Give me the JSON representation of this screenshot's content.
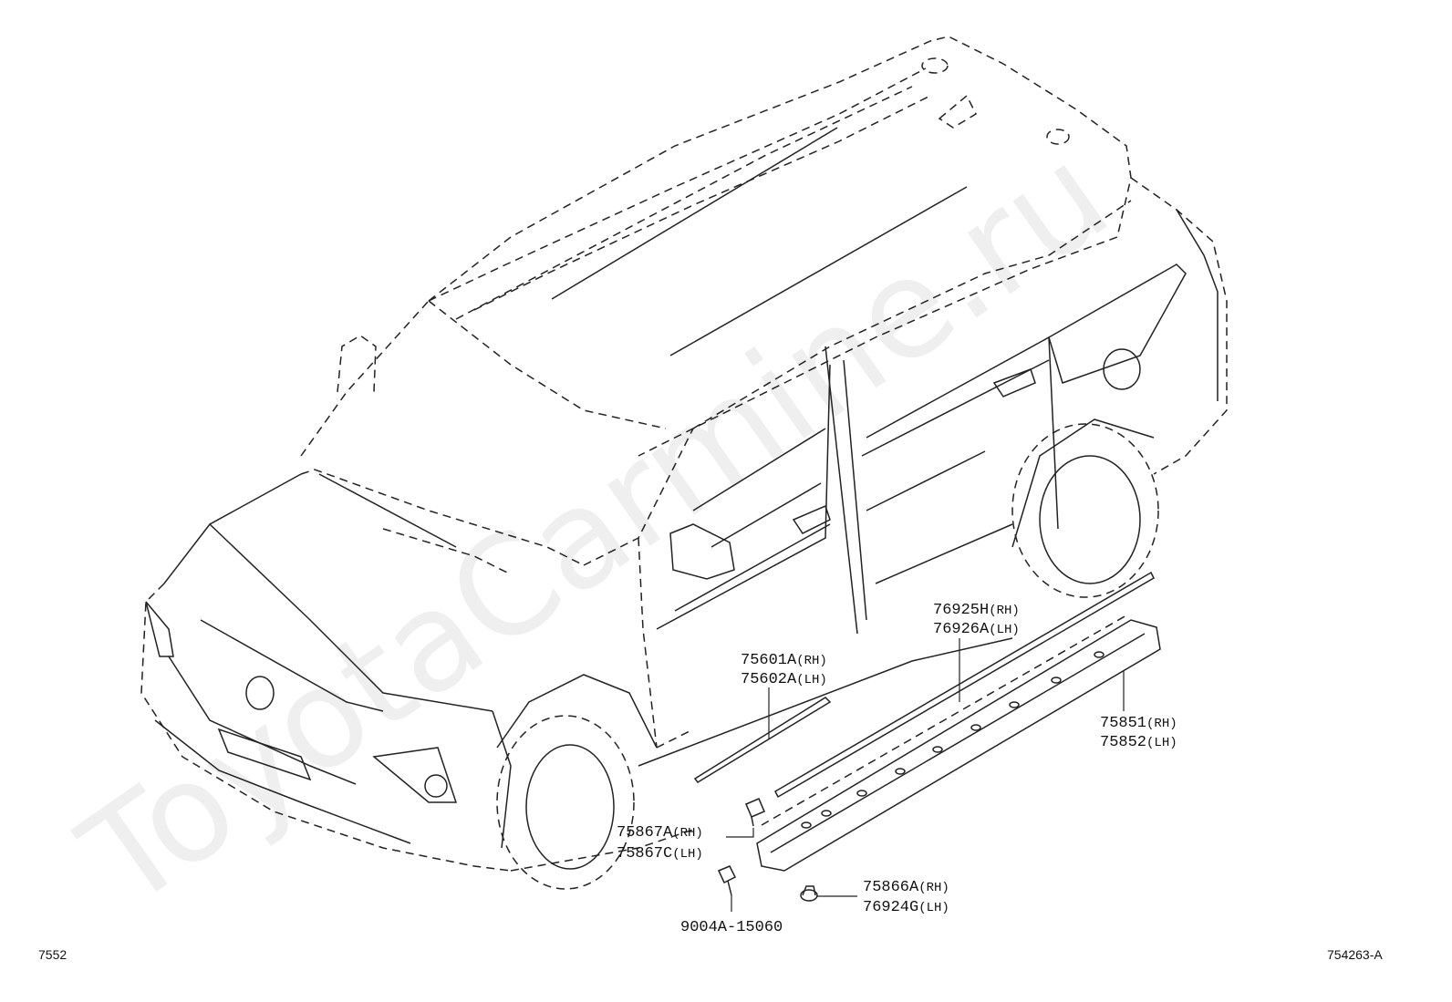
{
  "watermark": "ToyotaCarmine.ru",
  "corner_left": "7552",
  "corner_right": "754263-A",
  "callouts": {
    "door_moulding": {
      "line1": "75601A",
      "side1": "(RH)",
      "line2": "75602A",
      "side2": "(LH)"
    },
    "upper_moulding": {
      "line1": "76925H",
      "side1": "(RH)",
      "line2": "76926A",
      "side2": "(LH)"
    },
    "rocker_panel": {
      "line1": "75851",
      "side1": "(RH)",
      "line2": "75852",
      "side2": "(LH)"
    },
    "clip_front": {
      "line1": "75867A",
      "side1": "(RH)",
      "line2": "75867C",
      "side2": "(LH)"
    },
    "clip_lower": {
      "line1": "75866A",
      "side1": "(RH)",
      "line2": "76924G",
      "side2": "(LH)"
    },
    "screw": {
      "line1": "9004A-15060"
    }
  }
}
